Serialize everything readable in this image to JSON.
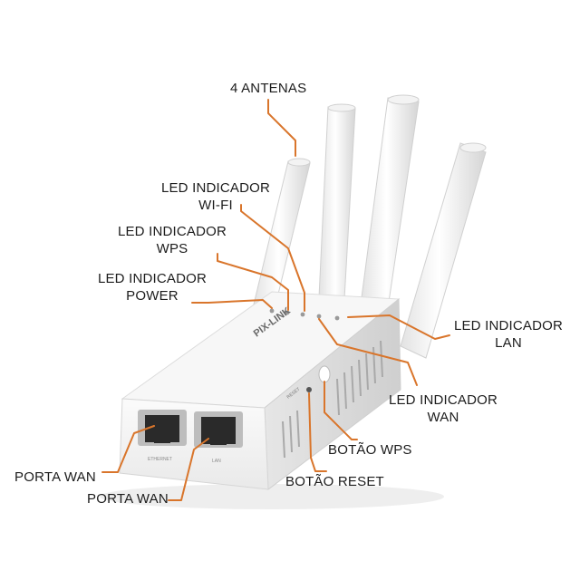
{
  "labels": {
    "antennas": "4 ANTENAS",
    "led_wifi": [
      "LED INDICADOR",
      "WI-FI"
    ],
    "led_wps": [
      "LED INDICADOR",
      "WPS"
    ],
    "led_power": [
      "LED INDICADOR",
      "POWER"
    ],
    "led_lan": [
      "LED INDICADOR",
      "LAN"
    ],
    "led_wan": [
      "LED INDICADOR",
      "WAN"
    ],
    "btn_wps": "BOTÃO WPS",
    "btn_reset": "BOTÃO RESET",
    "port_wan_1": "PORTA WAN",
    "port_wan_2": "PORTA WAN"
  },
  "device": {
    "brand": "PIX-LINK",
    "reset_label": "RESET",
    "port_left_label": "ETHERNET",
    "port_right_label": "LAN"
  },
  "colors": {
    "leader": "#d9752b",
    "text": "#1c1c1c",
    "body": "#f4f4f4"
  }
}
